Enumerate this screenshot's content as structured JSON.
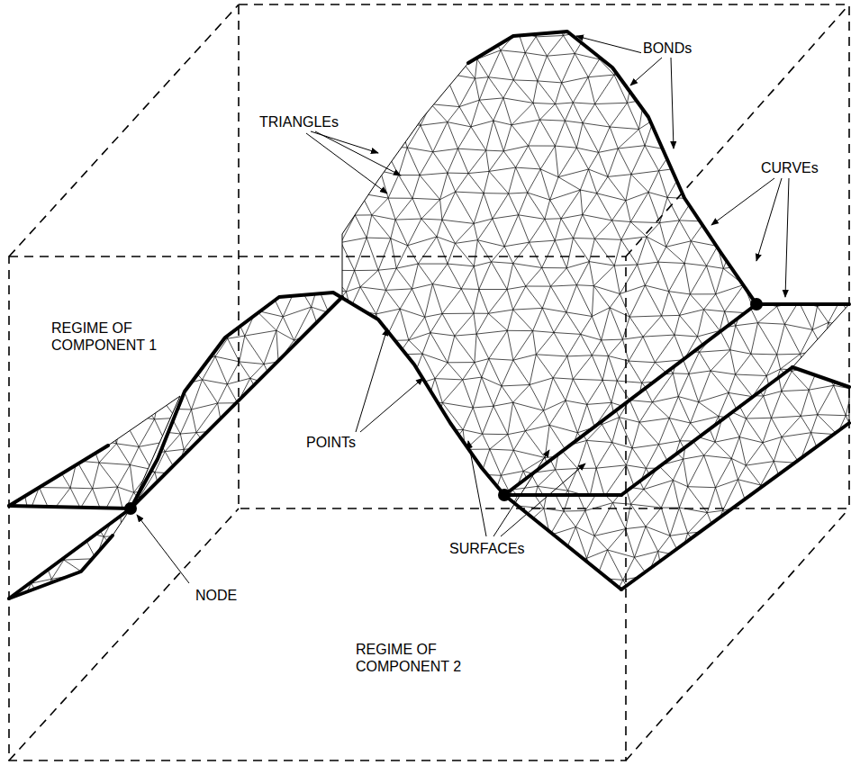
{
  "diagram": {
    "labels": [
      "BONDs",
      "TRIANGLEs",
      "CURVEs",
      "REGIME OF COMPONENT 1",
      "POINTs",
      "NODE",
      "SURFACEs",
      "REGIME OF COMPONENT 2"
    ]
  }
}
